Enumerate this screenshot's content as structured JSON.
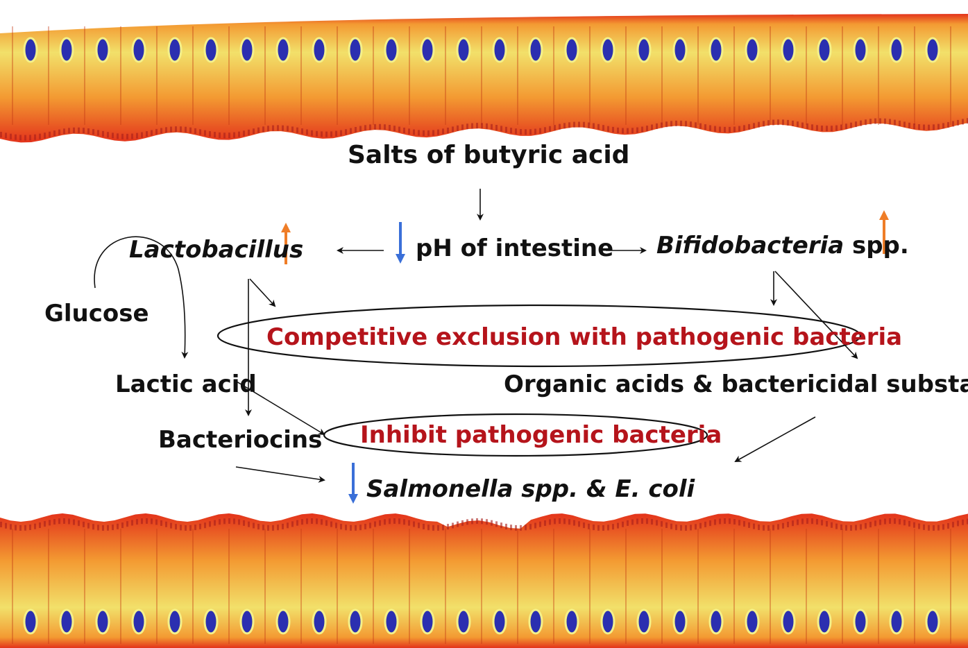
{
  "colors": {
    "text": "#111111",
    "highlight": "#b5141b",
    "increase_arrow": "#ef7d27",
    "decrease_arrow": "#3a6fd8",
    "connector": "#111111",
    "tissue_red": "#e3331b",
    "tissue_orange": "#f39a32",
    "tissue_yellow": "#f2e06a",
    "nucleus": "#2b2fb0"
  },
  "labels": {
    "butyrate": "Salts of butyric acid",
    "ph": "pH of intestine",
    "lactobacillus": "Lactobacillus",
    "bifido_genus": "Bifidobacteria",
    "bifido_suffix": " spp.",
    "glucose": "Glucose",
    "competitive": "Competitive exclusion with pathogenic bacteria",
    "lactic": "Lactic acid",
    "organic": "Organic acids & bactericidal substances",
    "bacteriocins": "Bacteriocins",
    "inhibit": "Inhibit pathogenic bacteria",
    "pathogens": "Salmonella spp. & E. coli"
  },
  "indicators": {
    "lactobacillus": "increase-arrow",
    "bifidobacteria": "increase-arrow",
    "ph": "decrease-arrow",
    "pathogens": "decrease-arrow"
  }
}
